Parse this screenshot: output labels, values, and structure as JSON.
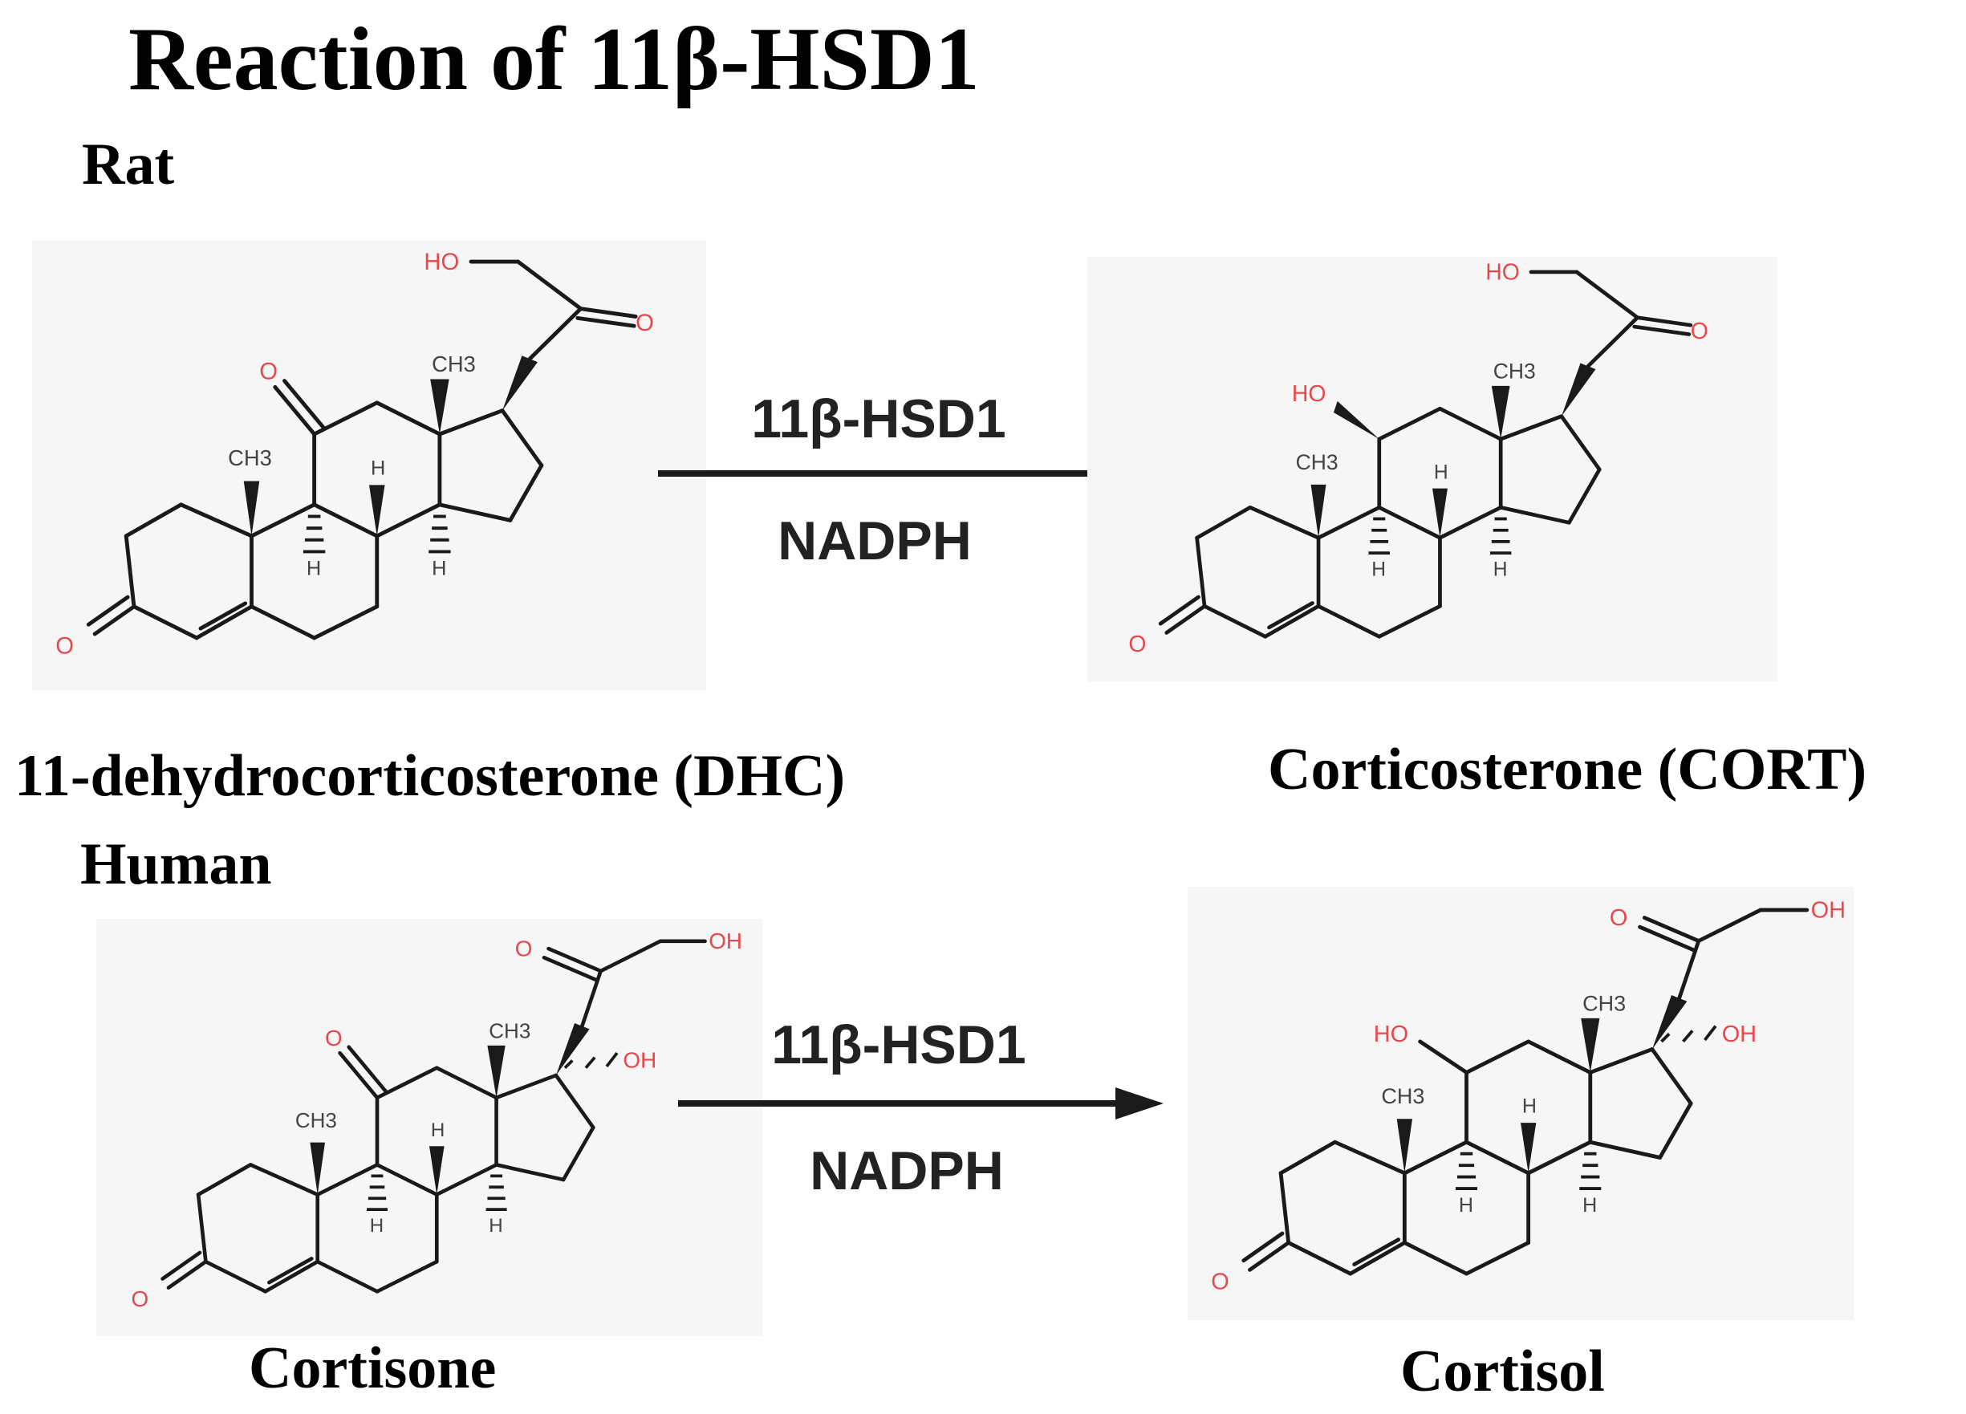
{
  "title": "Reaction of 11β-HSD1",
  "rat": {
    "label": "Rat",
    "substrate": "11-dehydrocorticosterone (DHC)",
    "product": "Corticosterone (CORT)",
    "enzyme": "11β-HSD1",
    "cofactor": "NADPH"
  },
  "human": {
    "label": "Human",
    "substrate": "Cortisone",
    "product": "Cortisol",
    "enzyme": "11β-HSD1",
    "cofactor": "NADPH"
  },
  "atom_labels": {
    "ho": "HO",
    "oh": "OH",
    "o": "O",
    "ch3": "CH3",
    "h": "H"
  },
  "colors": {
    "heteroatom": "#e8474c",
    "bond": "#1a1a1a",
    "panel": "#f6f6f6"
  }
}
